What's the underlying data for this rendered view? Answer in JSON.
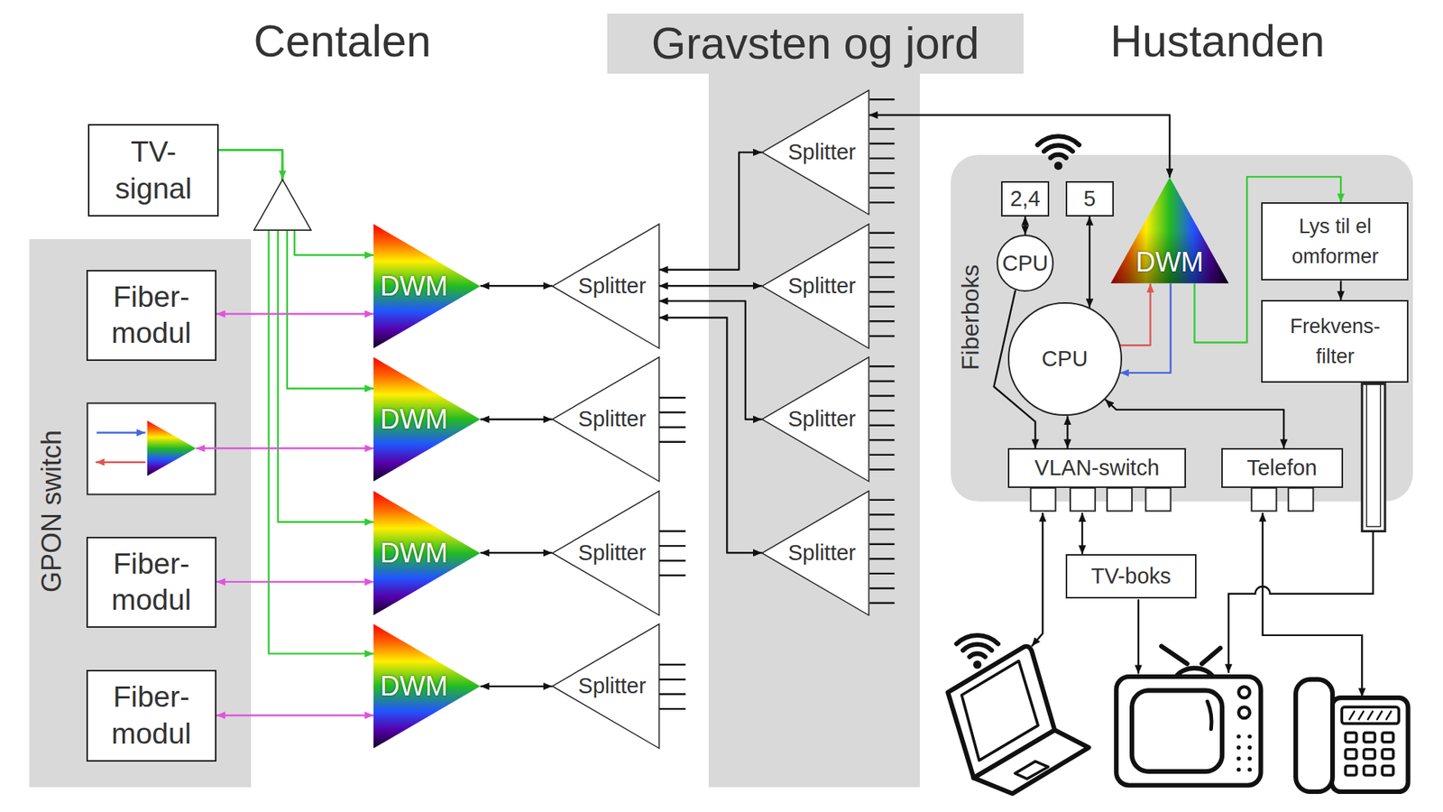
{
  "diagram": {
    "nodes": [
      {
        "text": [
          "TV- signal"
        ]
      },
      {
        "text": [
          "GPON switch"
        ]
      },
      {
        "text": [
          "Fiber- modul"
        ],
        "in": 1
      },
      {
        "text": [
          "Fiber- modul"
        ],
        "in": 1
      },
      {
        "text": [
          "Fiber- modul"
        ],
        "in": 1
      },
      {
        "text": [
          "DWM"
        ]
      },
      {
        "text": [
          "DWM"
        ]
      },
      {
        "text": [
          "DWM"
        ]
      },
      {
        "text": [
          "DWM"
        ]
      },
      {
        "text": [
          "Splitter"
        ]
      },
      {
        "text": [
          "Splitter"
        ]
      },
      {
        "text": [
          "Splitter"
        ]
      },
      {
        "text": [
          "Splitter"
        ]
      },
      {
        "text": [
          "Gravsten og jord"
        ]
      },
      {
        "text": [
          "Splitter"
        ],
        "in": 13
      },
      {
        "text": [
          "Splitter"
        ],
        "in": 13
      },
      {
        "text": [
          "Splitter"
        ],
        "in": 13
      },
      {
        "text": [
          "Splitter"
        ],
        "in": 13
      },
      {
        "text": [
          "Fiberboks"
        ]
      },
      {
        "text": [
          "2,4"
        ],
        "in": 18
      },
      {
        "text": [
          "5"
        ],
        "in": 18
      },
      {
        "text": [
          "CPU"
        ],
        "in": 18
      },
      {
        "text": [
          "CPU"
        ],
        "in": 18
      },
      {
        "text": [
          "DWM"
        ],
        "in": 18
      },
      {
        "text": [
          "Lys til el omformer"
        ],
        "in": 18
      },
      {
        "text": [
          "Frekvens- filter"
        ],
        "in": 18
      },
      {
        "text": [
          "VLAN-switch"
        ],
        "in": 18
      },
      {
        "text": [
          "Telefon"
        ],
        "in": 18
      },
      {
        "text": [
          "TV-boks"
        ]
      }
    ],
    "edges": [
      {
        "from": 0,
        "to": 5,
        "arrow": "to"
      },
      {
        "from": 0,
        "to": 6,
        "arrow": "to"
      },
      {
        "from": 0,
        "to": 7,
        "arrow": "to"
      },
      {
        "from": 0,
        "to": 8,
        "arrow": "to"
      },
      {
        "from": 2,
        "to": 5,
        "arrow": "both"
      },
      {
        "from": 3,
        "to": 7,
        "arrow": "both"
      },
      {
        "from": 4,
        "to": 8,
        "arrow": "both"
      },
      {
        "from": 5,
        "to": 9,
        "arrow": "both"
      },
      {
        "from": 6,
        "to": 10,
        "arrow": "both"
      },
      {
        "from": 7,
        "to": 11,
        "arrow": "both"
      },
      {
        "from": 8,
        "to": 12,
        "arrow": "both"
      },
      {
        "from": 9,
        "to": 14,
        "arrow": "both"
      },
      {
        "from": 9,
        "to": 15,
        "arrow": "both"
      },
      {
        "from": 9,
        "to": 16,
        "arrow": "both"
      },
      {
        "from": 9,
        "to": 17,
        "arrow": "both"
      },
      {
        "from": 14,
        "to": 23,
        "arrow": "both"
      },
      {
        "from": 22,
        "to": 23,
        "arrow": "to"
      },
      {
        "from": 23,
        "to": 22,
        "arrow": "to"
      },
      {
        "from": 23,
        "to": 24,
        "arrow": "to"
      },
      {
        "from": 24,
        "to": 25,
        "arrow": "to"
      },
      {
        "from": 21,
        "to": 19,
        "arrow": "both"
      },
      {
        "from": 20,
        "to": 22,
        "arrow": "both"
      },
      {
        "from": 21,
        "to": 26,
        "arrow": "to"
      },
      {
        "from": 22,
        "to": 26,
        "arrow": "both"
      },
      {
        "from": 22,
        "to": 27,
        "arrow": "both"
      },
      {
        "from": 26,
        "to": 28,
        "arrow": "both"
      }
    ],
    "labels": [
      "Centalen",
      "Hustanden"
    ]
  }
}
